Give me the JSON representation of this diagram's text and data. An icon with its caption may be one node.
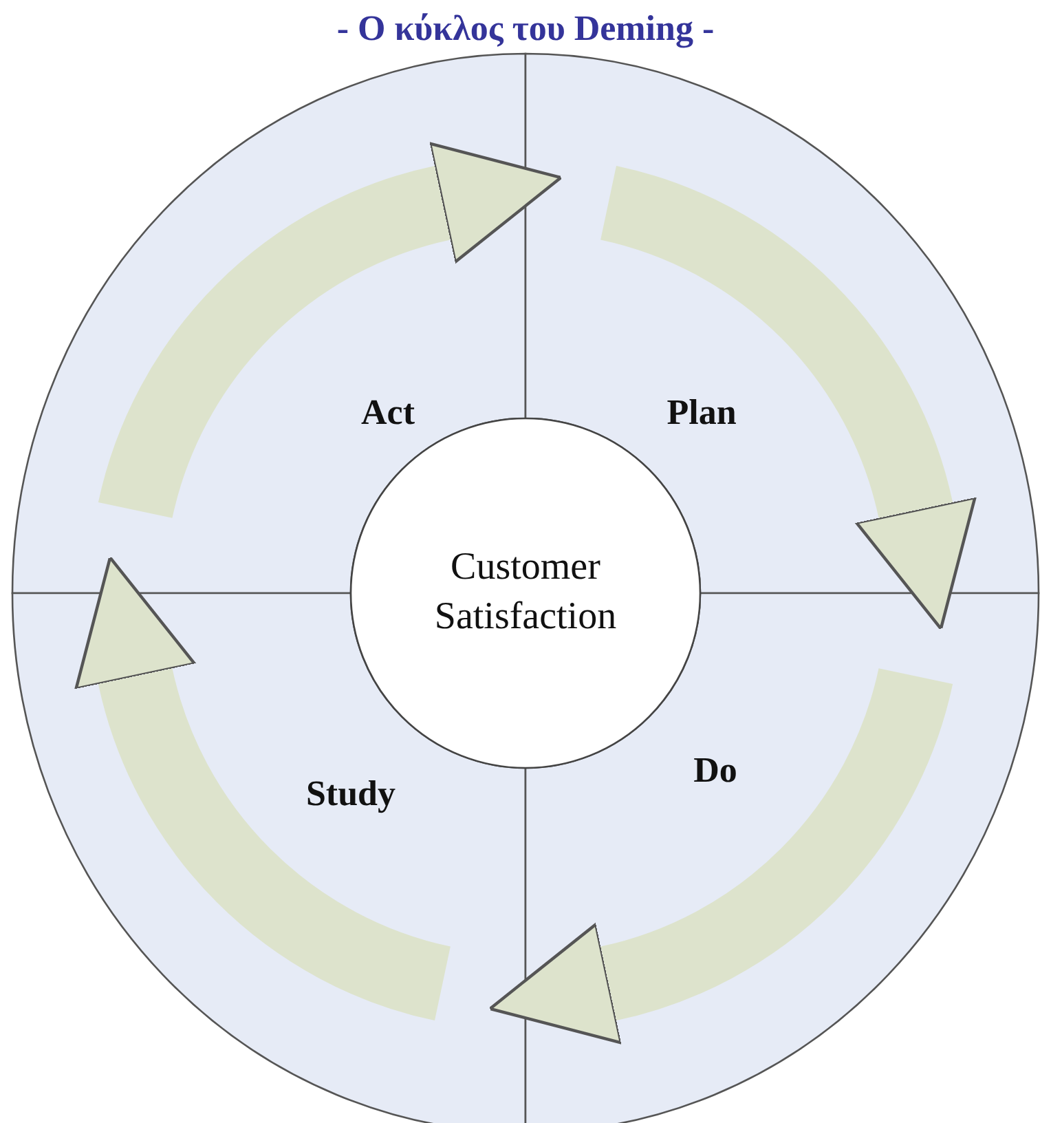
{
  "diagram": {
    "title": "- Ο κύκλος του Deming -",
    "nodes": [
      {
        "text": [
          "Act"
        ]
      },
      {
        "text": [
          "Plan"
        ]
      },
      {
        "text": [
          "Customer Satisfaction"
        ]
      },
      {
        "text": [
          "Study"
        ]
      },
      {
        "text": [
          "Do"
        ]
      }
    ],
    "edges": [
      {
        "from": 0,
        "to": 1,
        "arrow": "to"
      },
      {
        "from": 1,
        "to": 4,
        "arrow": "to"
      },
      {
        "from": 4,
        "to": 3,
        "arrow": "to"
      },
      {
        "from": 3,
        "to": 0,
        "arrow": "to"
      }
    ]
  }
}
